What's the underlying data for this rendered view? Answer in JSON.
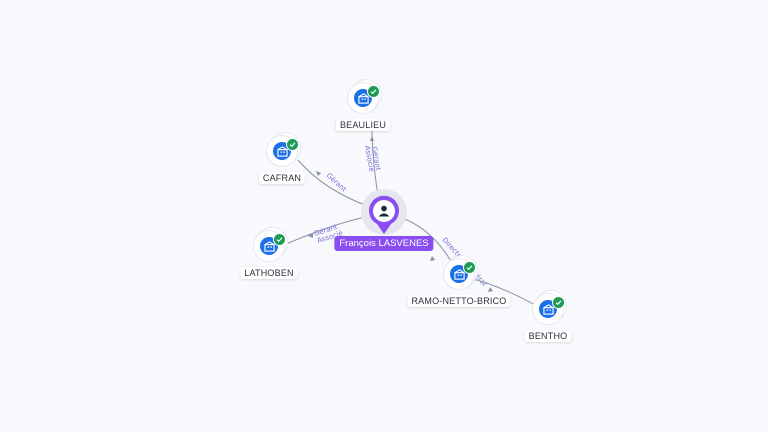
{
  "person": {
    "name": "François LASVENES",
    "icon": "person-icon",
    "color": "#8a4df0"
  },
  "companies": [
    {
      "id": "beaulieu",
      "name": "BEAULIEU",
      "icon": "building-icon",
      "status_icon": "check-icon"
    },
    {
      "id": "cafran",
      "name": "CAFRAN",
      "icon": "building-icon",
      "status_icon": "check-icon"
    },
    {
      "id": "lathoben",
      "name": "LATHOBEN",
      "icon": "building-icon",
      "status_icon": "check-icon"
    },
    {
      "id": "ramo",
      "name": "RAMO-NETTO-BRICO",
      "icon": "building-icon",
      "status_icon": "check-icon"
    },
    {
      "id": "bentho",
      "name": "BENTHO",
      "icon": "building-icon",
      "status_icon": "check-icon"
    }
  ],
  "relations": [
    {
      "from": "person",
      "to": "beaulieu",
      "labels": [
        "Gérant",
        "Associé"
      ]
    },
    {
      "from": "person",
      "to": "cafran",
      "labels": [
        "Gérant"
      ]
    },
    {
      "from": "person",
      "to": "lathoben",
      "labels": [
        "Gérant",
        "Associé"
      ]
    },
    {
      "from": "person",
      "to": "ramo",
      "labels": [
        "Directeur Général"
      ]
    },
    {
      "from": "ramo",
      "to": "bentho",
      "labels": []
    }
  ],
  "colors": {
    "company_node": "#1d6fe8",
    "verified_badge": "#1f9b55",
    "edge": "#8c8fa3",
    "edge_label": "#7a6fd6",
    "background": "#f8f9fc"
  }
}
